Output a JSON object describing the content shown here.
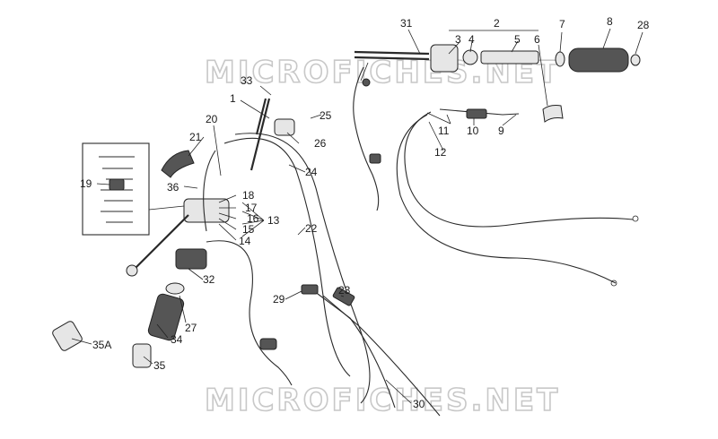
{
  "watermarks": [
    "MICROFICHES.NET",
    "MICROFICHES.NET"
  ],
  "labels": [
    "1",
    "2",
    "3",
    "4",
    "5",
    "6",
    "7",
    "8",
    "28",
    "31",
    "33",
    "25",
    "26",
    "24",
    "20",
    "21",
    "19",
    "36",
    "18",
    "17",
    "16",
    "15",
    "13",
    "14",
    "22",
    "11",
    "10",
    "9",
    "12",
    "32",
    "27",
    "34",
    "35A",
    "35",
    "29",
    "23",
    "30"
  ]
}
